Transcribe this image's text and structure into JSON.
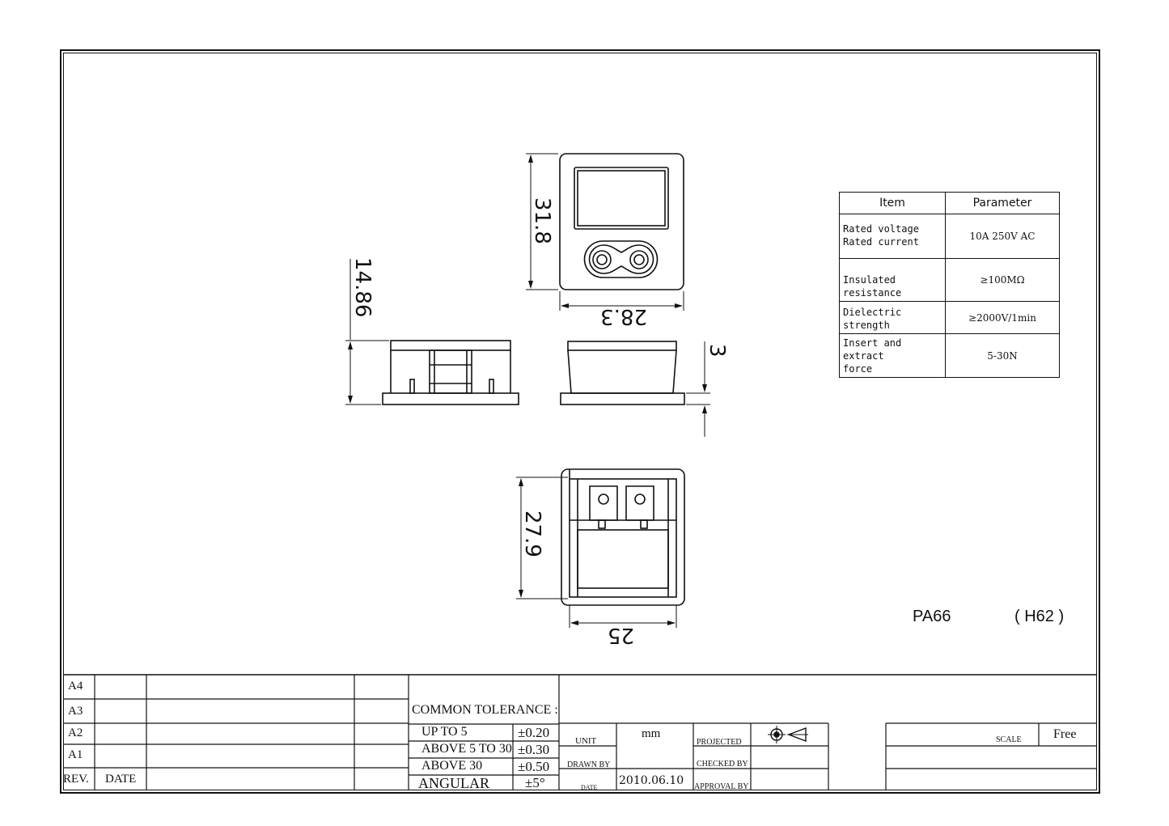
{
  "dimensions": {
    "height_top": "31.8",
    "width_top": "28.3",
    "height_side": "14.86",
    "flange": "3",
    "height_bottom": "27.9",
    "width_bottom": "25"
  },
  "spec_table": {
    "headers": [
      "Item",
      "Parameter"
    ],
    "rows": [
      {
        "item": [
          "Rated voltage",
          "Rated current"
        ],
        "value": "10A 250V AC"
      },
      {
        "item": [
          "Insulated",
          "resistance"
        ],
        "value": "≥100MΩ"
      },
      {
        "item": [
          "Dielectric strength"
        ],
        "value": "≥2000V/1min"
      },
      {
        "item": [
          "Insert and extract",
          "force"
        ],
        "value": "5-30N"
      }
    ]
  },
  "material": {
    "name": "PA66",
    "code": "( H62 )"
  },
  "title_block": {
    "revisions": [
      "A4",
      "A3",
      "A2",
      "A1"
    ],
    "rev_label": "REV.",
    "date_label": "DATE",
    "tolerance": {
      "title": "COMMON TOLERANCE :",
      "rows": [
        {
          "label": "UP TO 5",
          "value": "±0.20"
        },
        {
          "label": "ABOVE 5 TO 30",
          "value": "±0.30"
        },
        {
          "label": "ABOVE 30",
          "value": "±0.50"
        },
        {
          "label": "ANGULAR",
          "value": "±5°"
        }
      ]
    },
    "unit_label": "UNIT",
    "unit_value": "mm",
    "drawn_by_label": "DRAWN BY",
    "date_label2": "DATE",
    "date_value": "2010.06.10",
    "projected_label": "PROJECTED",
    "checked_by_label": "CHECKED BY",
    "approval_by_label": "APPROVAL BY",
    "scale_label": "SCALE",
    "scale_value": "Free"
  }
}
